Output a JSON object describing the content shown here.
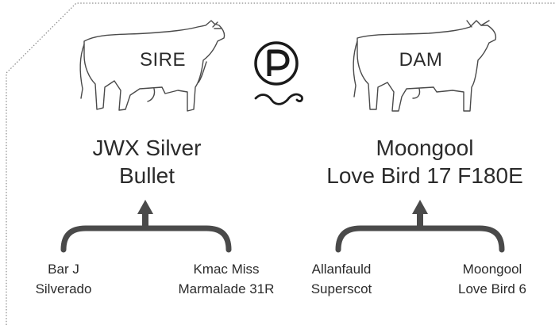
{
  "sire": {
    "label": "SIRE",
    "name_line1": "JWX Silver",
    "name_line2": "Bullet",
    "parent_left": {
      "line1": "Bar J",
      "line2": "Silverado"
    },
    "parent_right": {
      "line1": "Kmac Miss",
      "line2": "Marmalade 31R"
    }
  },
  "dam": {
    "label": "DAM",
    "name_line1": "Moongool",
    "name_line2": "Love Bird 17 F180E",
    "parent_left": {
      "line1": "Allanfauld",
      "line2": "Superscot"
    },
    "parent_right": {
      "line1": "Moongool",
      "line2": "Love Bird 6"
    }
  },
  "icons": {
    "center": "poll-p-icon",
    "sire_image": "bull-outline-icon",
    "dam_image": "cow-outline-icon",
    "arrow": "bracket-arrow-icon"
  },
  "colors": {
    "stroke": "#4a4a4a",
    "text": "#2b2b2b",
    "border": "#9a9a9a"
  }
}
